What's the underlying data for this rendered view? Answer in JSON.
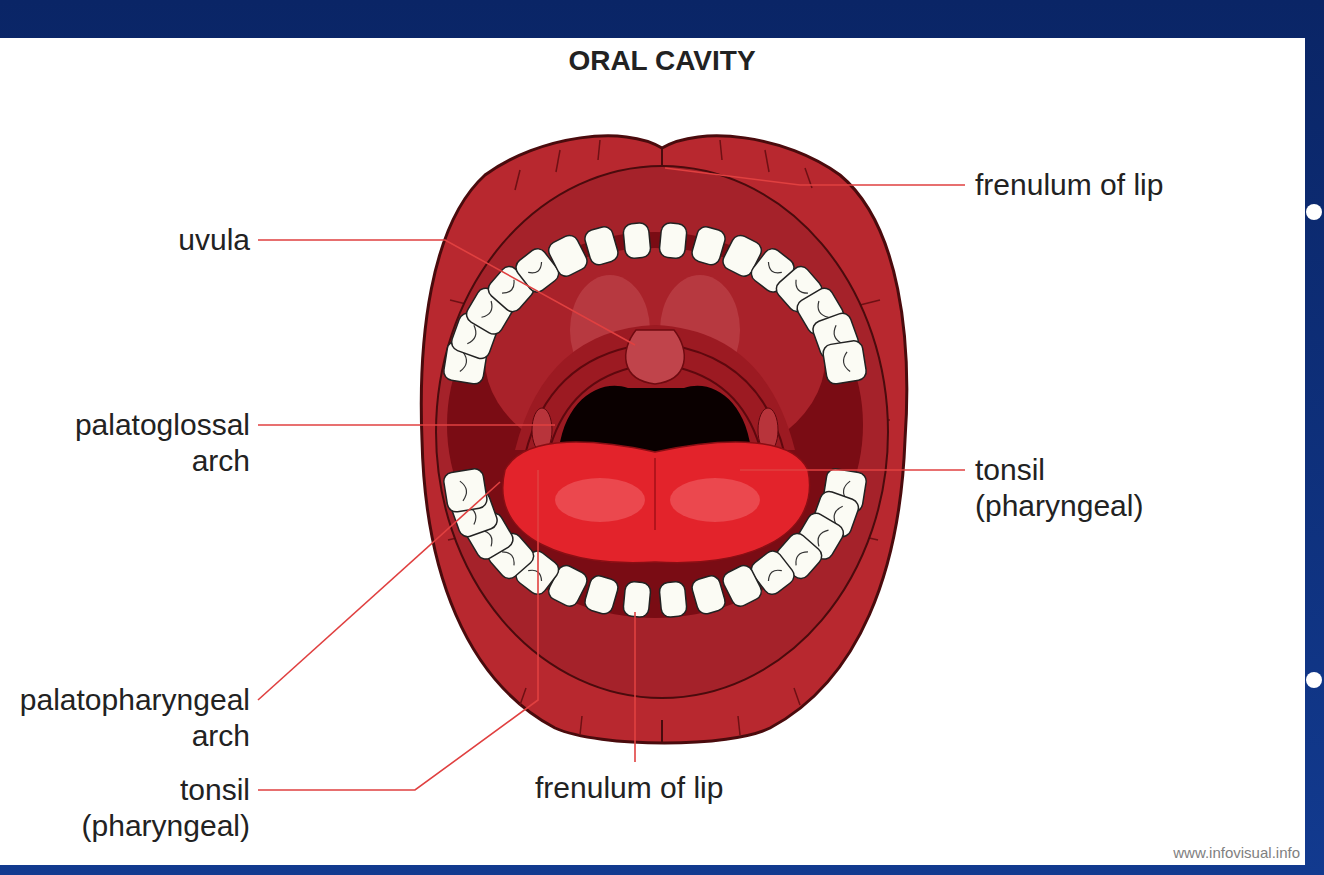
{
  "diagram": {
    "title": "ORAL CAVITY",
    "labels": [
      "frenulum of lip",
      "uvula",
      "palatoglossal arch",
      "tonsil (pharyngeal)",
      "palatopharyngeal arch",
      "tonsil (pharyngeal)",
      "frenulum of lip",
      "www.infovisual.info"
    ]
  }
}
